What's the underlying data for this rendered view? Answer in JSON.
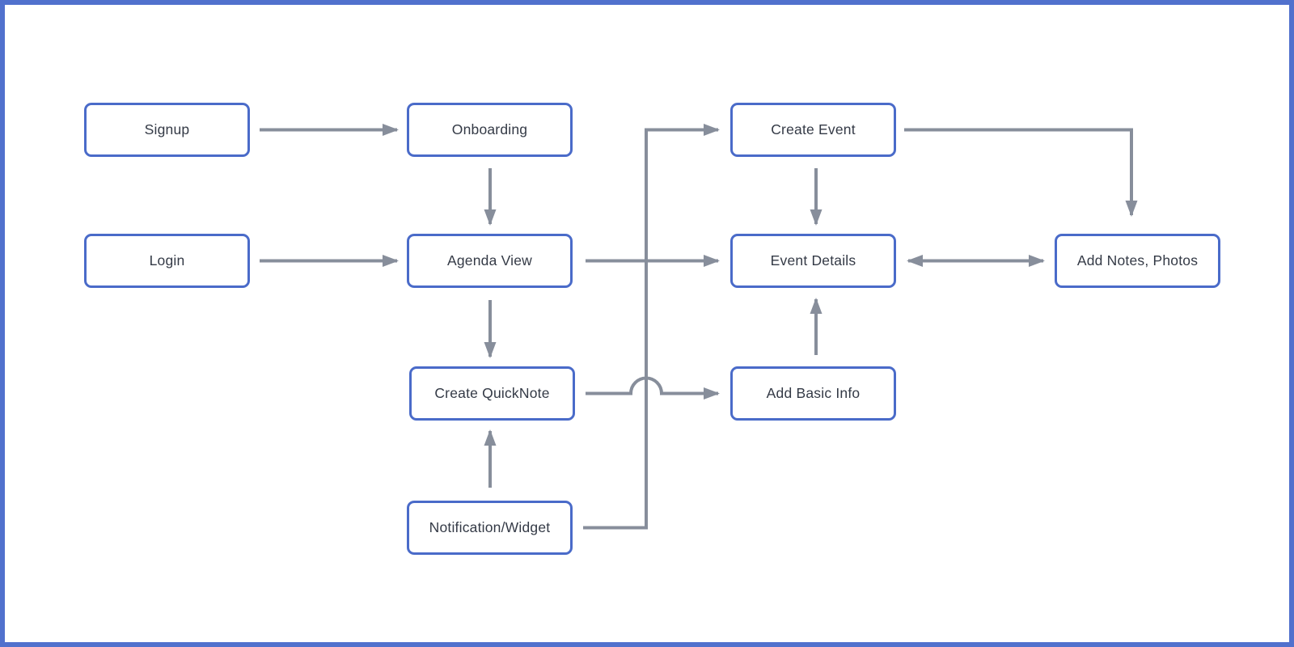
{
  "palette": {
    "node-border": "#4a6bc9",
    "frame-border": "#5171cd",
    "arrow": "#878e9b",
    "text": "#343a46",
    "node-fill": "#ffffff",
    "canvas": "#ffffff"
  },
  "diagram": {
    "type": "flowchart",
    "nodes": [
      {
        "id": "signup",
        "label": "Signup"
      },
      {
        "id": "onboarding",
        "label": "Onboarding"
      },
      {
        "id": "login",
        "label": "Login"
      },
      {
        "id": "agenda-view",
        "label": "Agenda View"
      },
      {
        "id": "create-event",
        "label": "Create Event"
      },
      {
        "id": "event-details",
        "label": "Event Details"
      },
      {
        "id": "add-notes-photos",
        "label": "Add Notes, Photos"
      },
      {
        "id": "create-quicknote",
        "label": "Create QuickNote"
      },
      {
        "id": "add-basic-info",
        "label": "Add Basic Info"
      },
      {
        "id": "notification-widget",
        "label": "Notification/Widget"
      }
    ],
    "edges": [
      {
        "from": "signup",
        "to": "onboarding",
        "style": "arrow"
      },
      {
        "from": "login",
        "to": "agenda-view",
        "style": "arrow"
      },
      {
        "from": "onboarding",
        "to": "agenda-view",
        "style": "arrow"
      },
      {
        "from": "agenda-view",
        "to": "create-quicknote",
        "style": "arrow"
      },
      {
        "from": "agenda-view",
        "to": "event-details",
        "style": "arrow"
      },
      {
        "from": "create-quicknote",
        "to": "add-basic-info",
        "style": "arrow-with-line-hop"
      },
      {
        "from": "notification-widget",
        "to": "create-quicknote",
        "style": "arrow"
      },
      {
        "from": "notification-widget",
        "to": "create-event",
        "style": "arrow-elbow"
      },
      {
        "from": "create-event",
        "to": "event-details",
        "style": "arrow"
      },
      {
        "from": "create-event",
        "to": "add-notes-photos",
        "style": "arrow-elbow"
      },
      {
        "from": "event-details",
        "to": "add-notes-photos",
        "style": "double-arrow"
      },
      {
        "from": "add-basic-info",
        "to": "event-details",
        "style": "arrow"
      }
    ]
  }
}
